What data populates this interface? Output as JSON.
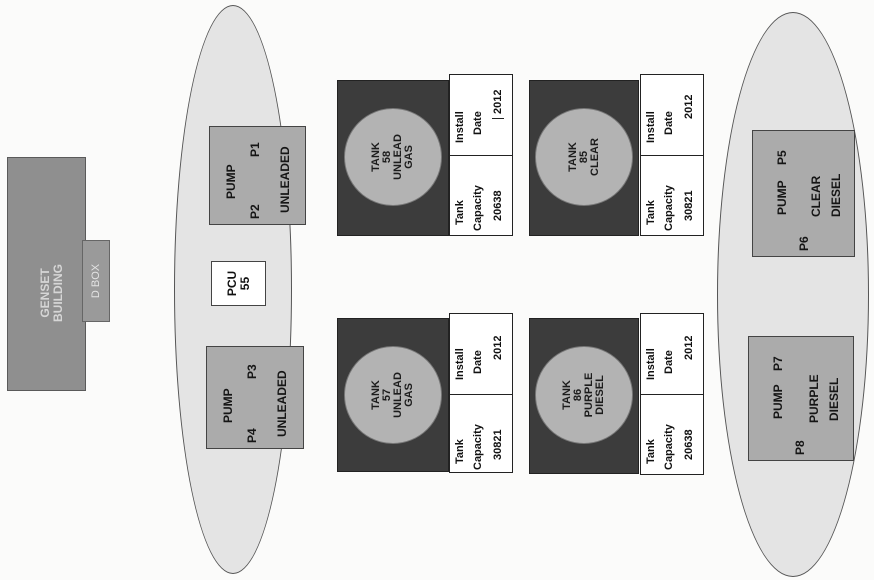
{
  "genset": {
    "line1": "GENSET",
    "line2": "BUILDING",
    "dbox": "D BOX"
  },
  "pumps": [
    {
      "title": "PUMP",
      "a": "P2",
      "b": "P1",
      "fuel": "UNLEADED"
    },
    {
      "title": "PUMP",
      "a": "P4",
      "b": "P3",
      "fuel": "UNLEADED"
    },
    {
      "title": "PUMP",
      "a": "P6",
      "b": "P5",
      "fuel1": "CLEAR",
      "fuel2": "DIESEL"
    },
    {
      "title": "PUMP",
      "a": "P8",
      "b": "P7",
      "fuel1": "PURPLE",
      "fuel2": "DIESEL"
    }
  ],
  "pcu": {
    "line1": "PCU",
    "line2": "55"
  },
  "tanks": [
    {
      "l1": "TANK",
      "l2": "58",
      "l3": "UNLEAD",
      "l4": "GAS"
    },
    {
      "l1": "TANK",
      "l2": "57",
      "l3": "UNLEAD",
      "l4": "GAS"
    },
    {
      "l1": "TANK",
      "l2": "85",
      "l3": "CLEAR"
    },
    {
      "l1": "TANK",
      "l2": "86",
      "l3": "PURPLE",
      "l4": "DIESEL"
    }
  ],
  "info": [
    {
      "install": "Install",
      "date": "Date",
      "year": "2012",
      "tank": "Tank",
      "capacity": "Capacity",
      "value": "20638"
    },
    {
      "install": "Install",
      "date": "Date",
      "year": "2012",
      "tank": "Tank",
      "capacity": "Capacity",
      "value": "30821"
    },
    {
      "install": "Install",
      "date": "Date",
      "year": "2012",
      "tank": "Tank",
      "capacity": "Capacity",
      "value": "30821"
    },
    {
      "install": "Install",
      "date": "Date",
      "year": "2012",
      "tank": "Tank",
      "capacity": "Capacity",
      "value": "20638"
    }
  ]
}
